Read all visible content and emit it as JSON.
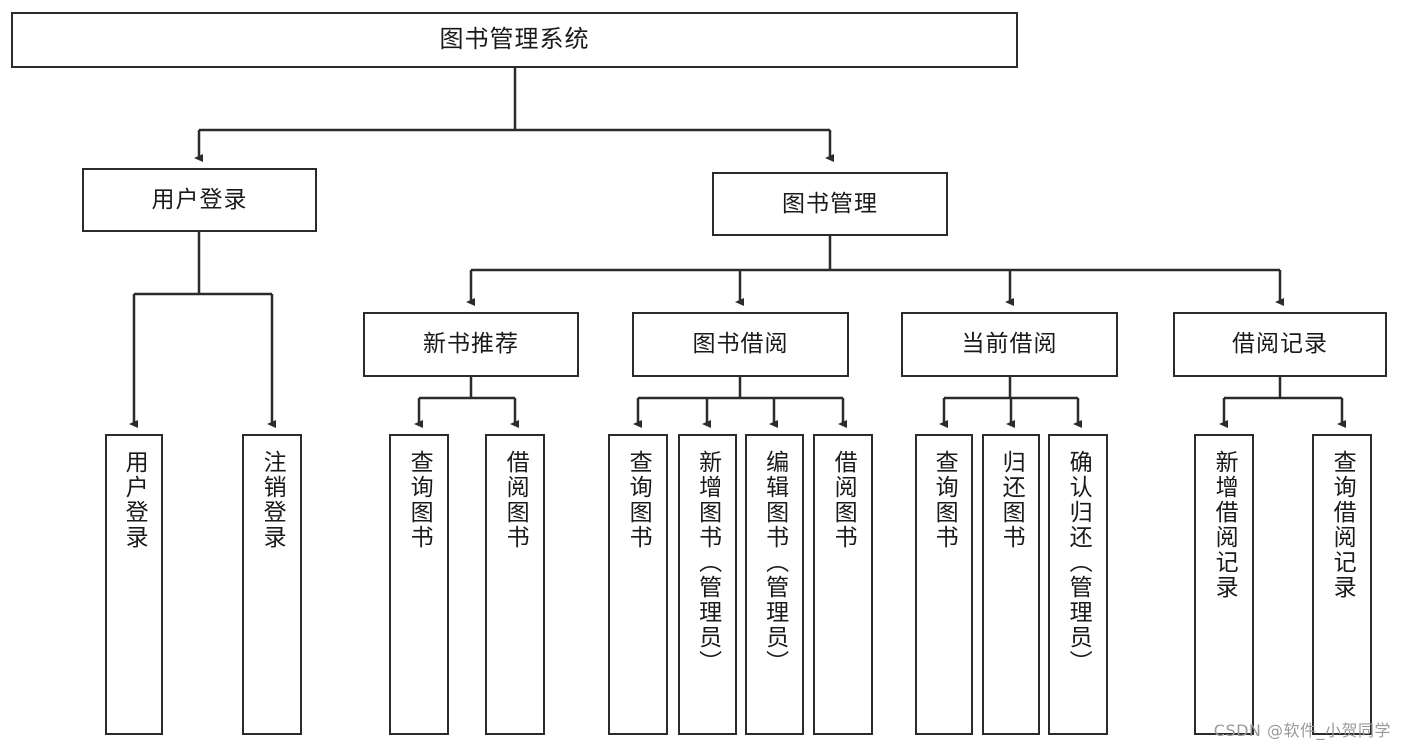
{
  "diagram": {
    "title": "图书管理系统",
    "type": "tree",
    "watermark": "CSDN @软件_小贺同学",
    "colors": {
      "stroke": "#2b2b2b",
      "fill": "#ffffff",
      "text": "#1a1a1a",
      "watermark": "#9a9a9a"
    },
    "nodes": {
      "root": {
        "label": "图书管理系统"
      },
      "level2": [
        {
          "label": "用户登录"
        },
        {
          "label": "图书管理"
        }
      ],
      "level3": [
        {
          "label": "新书推荐"
        },
        {
          "label": "图书借阅"
        },
        {
          "label": "当前借阅"
        },
        {
          "label": "借阅记录"
        }
      ],
      "leaves": [
        {
          "label": "用户登录",
          "parent": "用户登录"
        },
        {
          "label": "注销登录",
          "parent": "用户登录"
        },
        {
          "label": "查询图书",
          "parent": "新书推荐"
        },
        {
          "label": "借阅图书",
          "parent": "新书推荐"
        },
        {
          "label": "查询图书",
          "parent": "图书借阅"
        },
        {
          "label": "新增图书（管理员）",
          "parent": "图书借阅"
        },
        {
          "label": "编辑图书（管理员）",
          "parent": "图书借阅"
        },
        {
          "label": "借阅图书",
          "parent": "图书借阅"
        },
        {
          "label": "查询图书",
          "parent": "当前借阅"
        },
        {
          "label": "归还图书",
          "parent": "当前借阅"
        },
        {
          "label": "确认归还（管理员）",
          "parent": "当前借阅"
        },
        {
          "label": "新增借阅记录",
          "parent": "借阅记录"
        },
        {
          "label": "查询借阅记录",
          "parent": "借阅记录"
        }
      ]
    }
  }
}
